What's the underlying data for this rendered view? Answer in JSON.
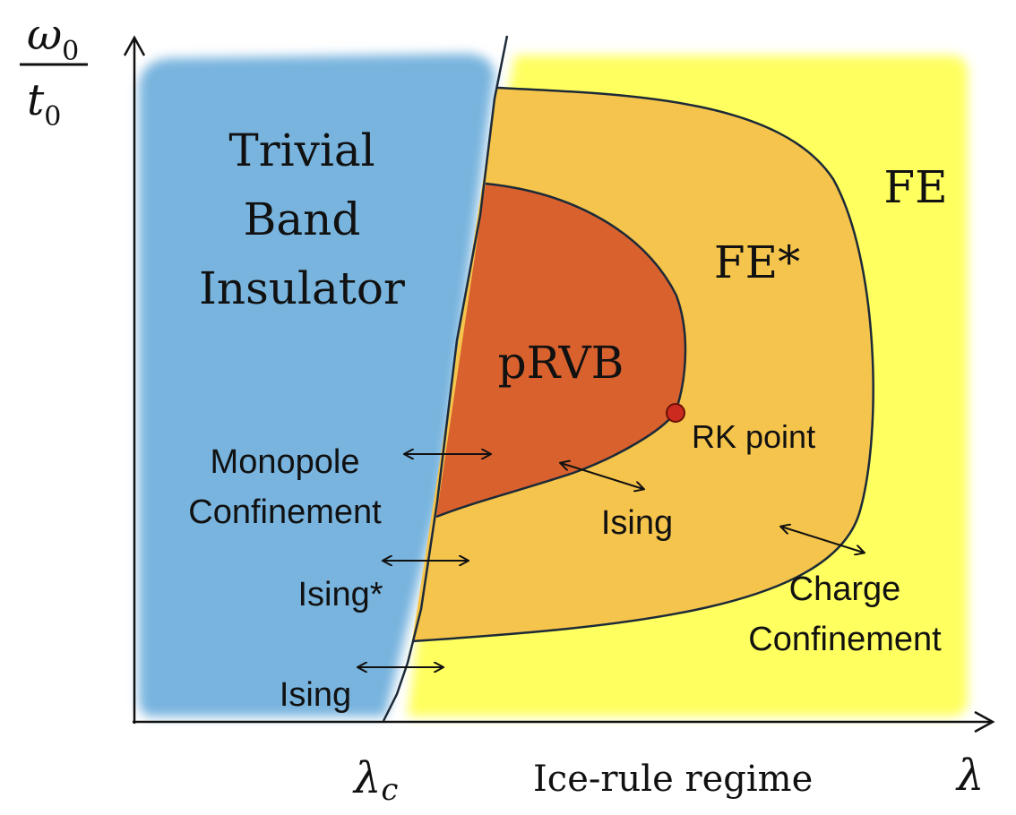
{
  "axes": {
    "y_numerator": "ω",
    "y_numerator_sub": "0",
    "y_denominator": "t",
    "y_denominator_sub": "0",
    "x_label": "λ",
    "x_critical": "λ",
    "x_critical_sub": "c",
    "x_regime": "Ice-rule regime"
  },
  "phases": {
    "trivial_line1": "Trivial",
    "trivial_line2": "Band",
    "trivial_line3": "Insulator",
    "fe": "FE",
    "fe_star": "FE*",
    "prvb": "pRVB"
  },
  "transitions": {
    "monopole_line1": "Monopole",
    "monopole_line2": "Confinement",
    "ising_star": "Ising*",
    "ising_bottom": "Ising",
    "ising_inner": "Ising",
    "charge_line1": "Charge",
    "charge_line2": "Confinement"
  },
  "points": {
    "rk": "RK point"
  },
  "colors": {
    "trivial": "#78b4de",
    "fe": "#ffff5e",
    "fe_star": "#f5c44c",
    "prvb": "#d9612e",
    "boundary": "#1c2a38",
    "rk_point": "#cc2a1e"
  }
}
